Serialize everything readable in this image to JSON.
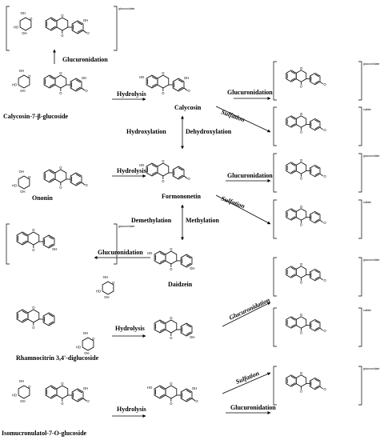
{
  "compounds": {
    "calycosin_7_glucoside": "Calycosin-7-β-glucoside",
    "calycosin": "Calycosin",
    "ononin": "Ononin",
    "formononetin": "Formononetin",
    "daidzein": "Daidzein",
    "rhamnocitrin": "Rhamnocitrin 3,4'-diglucoside",
    "isomucronulatol": "Isomucronulatol-7-O-glucoside"
  },
  "reactions": {
    "glucuronidation": "Glucuronidation",
    "hydrolysis": "Hydrolysis",
    "sulfation": "Sulfation",
    "hydroxylation": "Hydroxylation",
    "dehydroxylation": "Dehydroxylation",
    "demethylation": "Demethylation",
    "methylation": "Methylation"
  },
  "tags": {
    "glucuronidate": "glucuronidate",
    "sulfate": "sulfate"
  },
  "atoms": {
    "oh": "OH",
    "ho": "HO",
    "o": "O"
  }
}
